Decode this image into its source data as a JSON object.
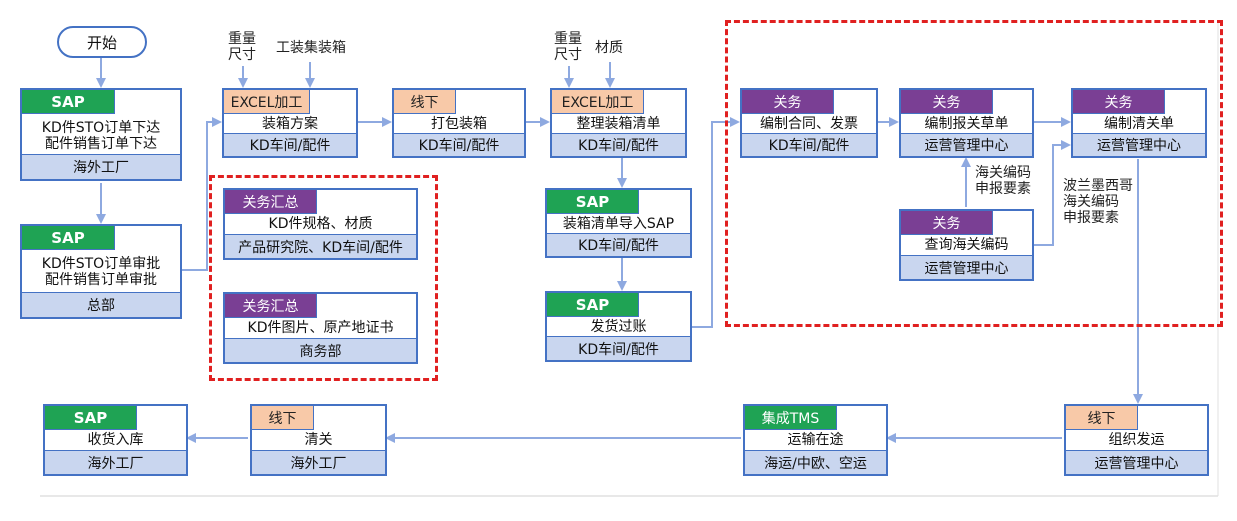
{
  "start": "开始",
  "nodes": {
    "n1": {
      "tag": "SAP",
      "line1": "KD件STO订单下达",
      "line2": "配件销售订单下达",
      "foot": "海外工厂"
    },
    "n2": {
      "tag": "SAP",
      "line1": "KD件STO订单审批",
      "line2": "配件销售订单审批",
      "foot": "总部"
    },
    "n3": {
      "tag": "EXCEL加工",
      "line1": "装箱方案",
      "foot": "KD车间/配件"
    },
    "n4": {
      "tag": "线下",
      "line1": "打包装箱",
      "foot": "KD车间/配件"
    },
    "n5": {
      "tag": "EXCEL加工",
      "line1": "整理装箱清单",
      "foot": "KD车间/配件"
    },
    "n6": {
      "tag": "SAP",
      "line1": "装箱清单导入SAP",
      "foot": "KD车间/配件"
    },
    "n7": {
      "tag": "SAP",
      "line1": "发货过账",
      "foot": "KD车间/配件"
    },
    "n8": {
      "tag": "关务",
      "line1": "编制合同、发票",
      "foot": "KD车间/配件"
    },
    "n9": {
      "tag": "关务",
      "line1": "编制报关草单",
      "foot": "运营管理中心"
    },
    "n10": {
      "tag": "关务",
      "line1": "编制清关单",
      "foot": "运营管理中心"
    },
    "n11": {
      "tag": "关务",
      "line1": "查询海关编码",
      "foot": "运营管理中心"
    },
    "n12": {
      "tag": "线下",
      "line1": "组织发运",
      "foot": "运营管理中心"
    },
    "n13": {
      "tag": "集成TMS",
      "line1": "运输在途",
      "foot": "海运/中欧、空运"
    },
    "n14": {
      "tag": "线下",
      "line1": "清关",
      "foot": "海外工厂"
    },
    "n15": {
      "tag": "SAP",
      "line1": "收货入库",
      "foot": "海外工厂"
    },
    "s1": {
      "tag": "关务汇总",
      "line1": "KD件规格、材质",
      "foot": "产品研究院、KD车间/配件"
    },
    "s2": {
      "tag": "关务汇总",
      "line1": "KD件图片、原产地证书",
      "foot": "商务部"
    }
  },
  "notes": {
    "weight1": "重量",
    "size1": "尺寸",
    "tooling": "工装集装箱",
    "weight2": "重量",
    "size2": "尺寸",
    "material": "材质",
    "hs_code1": "海关编码",
    "declare1": "申报要素",
    "countries": "波兰墨西哥",
    "hs_code2": "海关编码",
    "declare2": "申报要素"
  },
  "colors": {
    "border": "#4472c4",
    "arrow": "#8ea9e0",
    "sap": "#1fa354",
    "offline": "#f8c9a8",
    "customs": "#7a3f94",
    "foot": "#c9d6ef",
    "highlight": "#e02020"
  }
}
